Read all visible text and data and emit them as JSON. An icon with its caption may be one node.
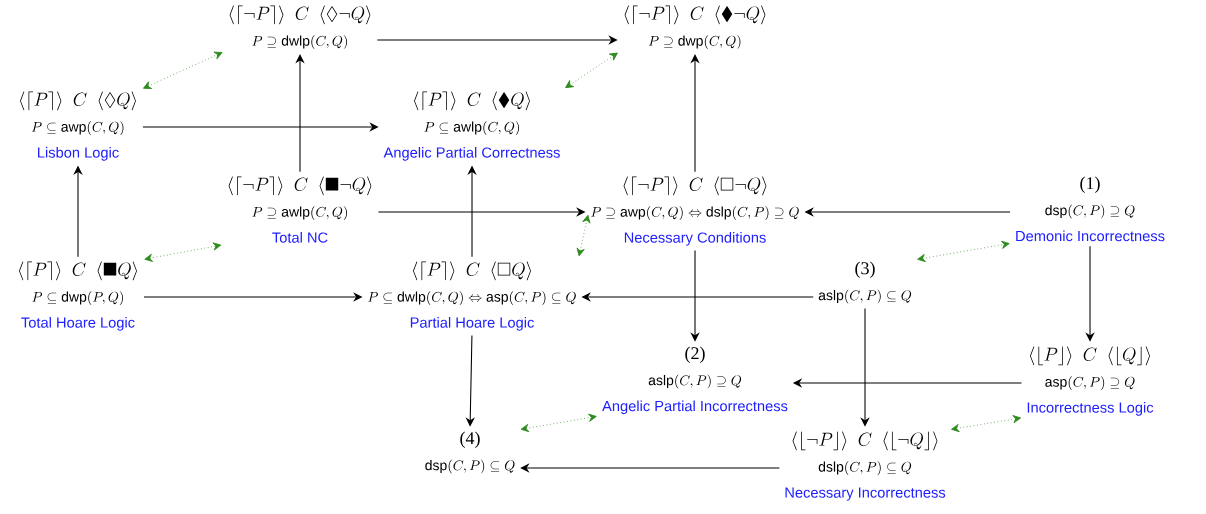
{
  "diagram": {
    "nodes": [
      {
        "text": [
          "\\langle\\lceil P\\rceil\\rangle\\ \\ C\\ \\ \\langle\\lozenge Q\\rangle",
          "P \\subseteq \\mathsf{awp}(C,Q)",
          "Lisbon Logic"
        ]
      },
      {
        "text": [
          "\\langle\\lceil \\neg P\\rceil\\rangle\\ \\ C\\ \\ \\langle\\lozenge\\neg Q\\rangle",
          "P \\supseteq \\mathsf{dwlp}(C,Q)"
        ]
      },
      {
        "text": [
          "\\langle\\lceil P\\rceil\\rangle\\ \\ C\\ \\ \\langle\\blacklozenge Q\\rangle",
          "P \\subseteq \\mathsf{awlp}(C,Q)",
          "Angelic Partial Correctness"
        ]
      },
      {
        "text": [
          "\\langle\\lceil \\neg P\\rceil\\rangle\\ \\ C\\ \\ \\langle\\blacklozenge\\neg Q\\rangle",
          "P \\supseteq \\mathsf{dwp}(C,Q)"
        ]
      },
      {
        "text": [
          "\\langle\\lceil \\neg P\\rceil\\rangle\\ \\ C\\ \\ \\langle\\blacksquare\\neg Q\\rangle",
          "P \\supseteq \\mathsf{awlp}(C,Q)",
          "Total NC"
        ]
      },
      {
        "text": [
          "\\langle\\lceil \\neg P\\rceil\\rangle\\ \\ C\\ \\ \\langle\\square\\neg Q\\rangle",
          "P \\supseteq \\mathsf{awp}(C,Q) \\Leftrightarrow \\mathsf{dslp}(C,P) \\supseteq Q",
          "Necessary Conditions"
        ]
      },
      {
        "text": [
          "(1)",
          "\\mathsf{dsp}(C,P) \\supseteq Q",
          "Demonic Incorrectness"
        ]
      },
      {
        "text": [
          "\\langle\\lceil P\\rceil\\rangle\\ \\ C\\ \\ \\langle\\blacksquare Q\\rangle",
          "P \\subseteq \\mathsf{dwp}(P,Q)",
          "Total Hoare Logic"
        ]
      },
      {
        "text": [
          "\\langle\\lceil P\\rceil\\rangle\\ \\ C\\ \\ \\langle\\square Q\\rangle",
          "P \\subseteq \\mathsf{dwlp}(C,Q) \\Leftrightarrow \\mathsf{asp}(C,P) \\subseteq Q",
          "Partial Hoare Logic"
        ]
      },
      {
        "text": [
          "(3)",
          "\\mathsf{aslp}(C,P) \\subseteq Q"
        ]
      },
      {
        "text": [
          "(2)",
          "\\mathsf{aslp}(C,P) \\supseteq Q",
          "Angelic Partial Incorrectness"
        ]
      },
      {
        "text": [
          "\\langle\\lfloor P\\rfloor\\rangle\\ \\ C\\ \\ \\langle\\lfloor Q\\rfloor\\rangle",
          "\\mathsf{asp}(C,P) \\supseteq Q",
          "Incorrectness Logic"
        ]
      },
      {
        "text": [
          "(4)",
          "\\mathsf{dsp}(C,P) \\subseteq Q"
        ]
      },
      {
        "text": [
          "\\langle\\lfloor \\neg P\\rfloor\\rangle\\ \\ C\\ \\ \\langle\\lfloor \\neg Q\\rfloor\\rangle",
          "\\mathsf{dslp}(C,P) \\subseteq Q",
          "Necessary Incorrectness"
        ]
      }
    ],
    "edges": [
      {
        "from": 0,
        "to": 2,
        "arrow": "to"
      },
      {
        "from": 1,
        "to": 3,
        "arrow": "to"
      },
      {
        "from": 4,
        "to": 1,
        "arrow": "to"
      },
      {
        "from": 4,
        "to": 5,
        "arrow": "to"
      },
      {
        "from": 7,
        "to": 0,
        "arrow": "to"
      },
      {
        "from": 7,
        "to": 8,
        "arrow": "to"
      },
      {
        "from": 8,
        "to": 2,
        "arrow": "to"
      },
      {
        "from": 5,
        "to": 3,
        "arrow": "to"
      },
      {
        "from": 6,
        "to": 5,
        "arrow": "to"
      },
      {
        "from": 6,
        "to": 11,
        "arrow": "to"
      },
      {
        "from": 9,
        "to": 8,
        "arrow": "to"
      },
      {
        "from": 5,
        "to": 10,
        "arrow": "to"
      },
      {
        "from": 11,
        "to": 10,
        "arrow": "to"
      },
      {
        "from": 9,
        "to": 13,
        "arrow": "to"
      },
      {
        "from": 8,
        "to": 12,
        "arrow": "to"
      },
      {
        "from": 13,
        "to": 12,
        "arrow": "to"
      },
      {
        "from": 0,
        "to": 1,
        "arrow": "both",
        "style": "dashed",
        "color": "#2e8b1e"
      },
      {
        "from": 7,
        "to": 4,
        "arrow": "both",
        "style": "dashed",
        "color": "#2e8b1e"
      },
      {
        "from": 2,
        "to": 3,
        "arrow": "both",
        "style": "dashed",
        "color": "#2e8b1e"
      },
      {
        "from": 8,
        "to": 5,
        "arrow": "both",
        "style": "dashed",
        "color": "#2e8b1e"
      },
      {
        "from": 12,
        "to": 10,
        "arrow": "both",
        "style": "dashed",
        "color": "#2e8b1e"
      },
      {
        "from": 9,
        "to": 6,
        "arrow": "both",
        "style": "dashed",
        "color": "#2e8b1e"
      },
      {
        "from": 13,
        "to": 11,
        "arrow": "both",
        "style": "dashed",
        "color": "#2e8b1e"
      }
    ]
  }
}
